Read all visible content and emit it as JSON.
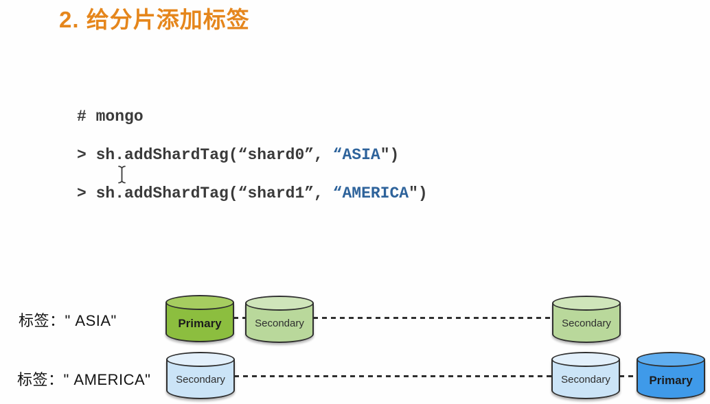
{
  "slide": {
    "title": "2. 给分片添加标签",
    "title_color": "#E5861C"
  },
  "code": {
    "comment": "# mongo",
    "text_color": "#3A3A3A",
    "keyword_color": "#2E639B",
    "lines": [
      {
        "segments": [
          {
            "t": "> sh.addShardTag(“shard0”, ",
            "c": "plain"
          },
          {
            "t": "“ASIA",
            "c": "keyword"
          },
          {
            "t": "\")",
            "c": "plain"
          }
        ]
      },
      {
        "segments": [
          {
            "t": "> sh.addShardTag(“shard1”, ",
            "c": "plain"
          },
          {
            "t": "“AMERICA",
            "c": "keyword"
          },
          {
            "t": "\")",
            "c": "plain"
          }
        ]
      }
    ]
  },
  "diagram": {
    "outline_color": "#2F2F2F",
    "rows": [
      {
        "label": "标签：\" ASIA\"",
        "nodes": [
          {
            "role": "Primary",
            "emphasis": true,
            "fill": "#8CBE3F",
            "top_fill": "#A6CD60"
          },
          {
            "role": "Secondary",
            "emphasis": false,
            "fill": "#B9D89B",
            "top_fill": "#CFE5BA"
          },
          {
            "role": "Secondary",
            "emphasis": false,
            "fill": "#B9D89B",
            "top_fill": "#CFE5BA"
          }
        ]
      },
      {
        "label": "标签：\" AMERICA\"",
        "nodes": [
          {
            "role": "Secondary",
            "emphasis": false,
            "fill": "#CBE4F7",
            "top_fill": "#E3F0FB"
          },
          {
            "role": "Secondary",
            "emphasis": false,
            "fill": "#CBE4F7",
            "top_fill": "#E3F0FB"
          },
          {
            "role": "Primary",
            "emphasis": true,
            "fill": "#3F9AE9",
            "top_fill": "#5FADEF"
          }
        ]
      }
    ]
  }
}
